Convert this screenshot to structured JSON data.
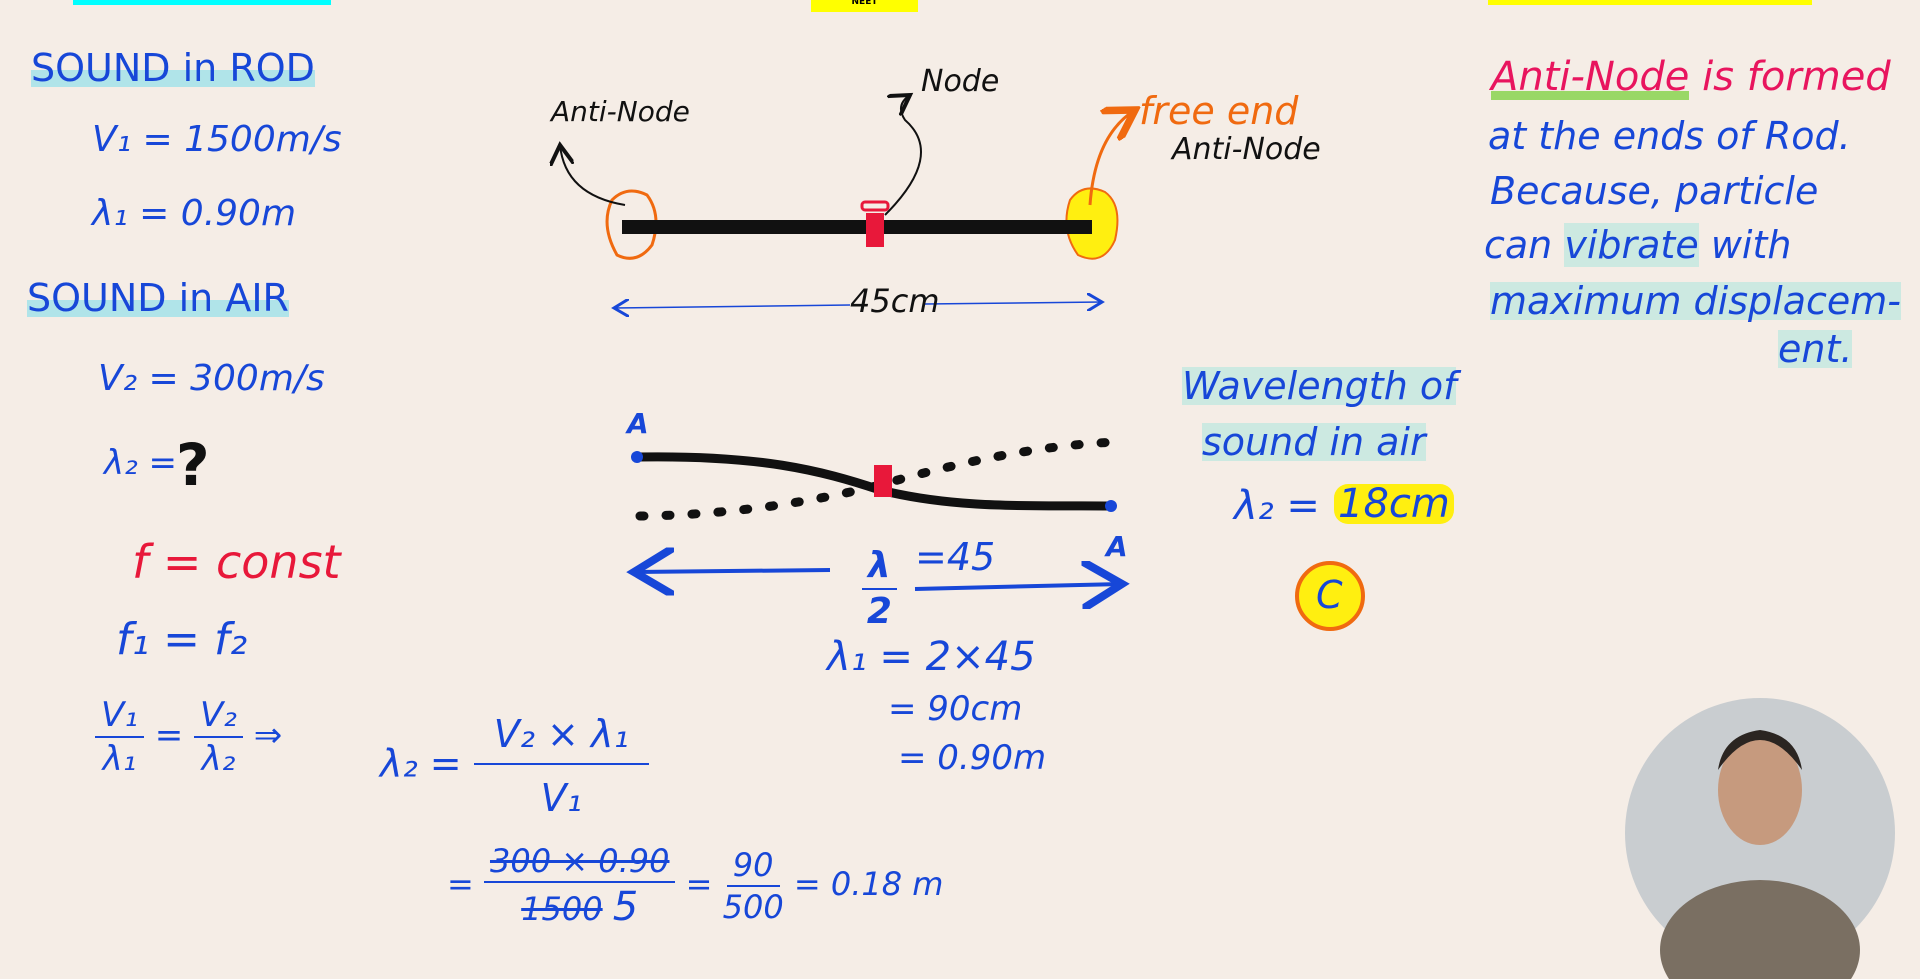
{
  "colors": {
    "background": "#f5ede6",
    "ink_blue": "#1747d8",
    "ink_red": "#e8183a",
    "ink_orange": "#f06a10",
    "highlight_yellow": "#ffef10",
    "highlight_cyan": "#00ffff"
  },
  "top_strip": {
    "center_tag": "NEET"
  },
  "left": {
    "rod_heading": "SOUND in ROD",
    "v1": "V₁ = 1500m/s",
    "lambda1": "λ₁ = 0.90m",
    "air_heading": "SOUND in AIR",
    "v2": "V₂ = 300m/s",
    "lambda2_label": "λ₂ =",
    "lambda2_unknown": "?",
    "f_const": "f = const",
    "f_equal": "f₁ = f₂",
    "ratio_num1": "V₁",
    "ratio_den1": "λ₁",
    "ratio_eq": "=",
    "ratio_num2": "V₂",
    "ratio_den2": "λ₂",
    "ratio_implies": "⇒"
  },
  "formula": {
    "lhs": "λ₂ =",
    "num": "V₂ × λ₁",
    "den": "V₁",
    "step_eq": "=",
    "step_num": "300 × 0.90",
    "step_den": "1500",
    "step_den_reduced": "5",
    "step2_eq": "=",
    "step2_num": "90",
    "step2_den": "500",
    "result": "= 0.18 m"
  },
  "rod_diagram": {
    "left_label": "Anti-Node",
    "middle_label": "Node",
    "free_end_label": "free end",
    "right_label": "Anti-Node",
    "length_label": "45cm"
  },
  "wave_diagram": {
    "left_end": "A",
    "right_end": "A",
    "half_wavelength_num": "λ",
    "half_wavelength_den": "2",
    "half_wavelength_value": "=45",
    "calc1": "λ₁ = 2×45",
    "calc2": "= 90cm",
    "calc3": "= 0.90m"
  },
  "answer": {
    "heading_line1": "Wavelength of",
    "heading_line2": "sound in air",
    "lhs": "λ₂ =",
    "value": "18cm",
    "option": "C"
  },
  "note": {
    "line1_highlight": "Anti-Node",
    "line1_rest": "is formed",
    "line2": "at the ends of Rod.",
    "line3": "Because, particle",
    "line4_a": "can",
    "line4_hl": "vibrate",
    "line4_b": "with",
    "line5": "maximum displacem-",
    "line6": "ent."
  }
}
